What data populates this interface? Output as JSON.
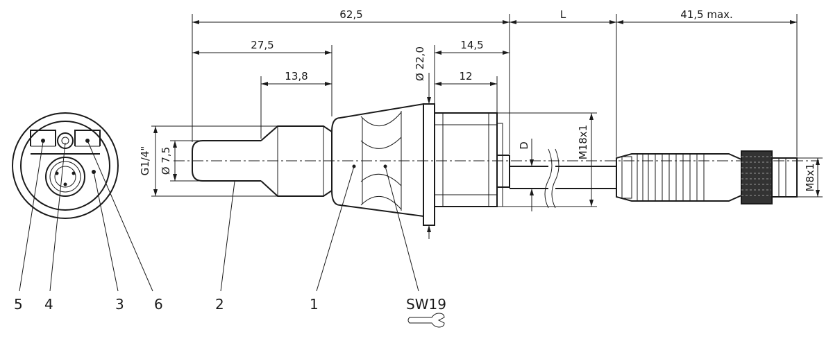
{
  "dimensions": {
    "overall_length": "62,5",
    "cable_length": "L",
    "connector_length": "41,5 max.",
    "probe_section": "27,5",
    "thread_section": "13,8",
    "hex_section": "14,5",
    "nut_section": "12",
    "flange_diameter": "Ø 22,0",
    "probe_diameter": "Ø 7,5",
    "process_thread": "G1/4\"",
    "housing_thread": "M18x1",
    "cable_diameter": "D",
    "connector_thread": "M8x1"
  },
  "callouts": {
    "housing": "1",
    "probe": "2",
    "pin_3": "3",
    "pin_4": "4",
    "pin_5": "5",
    "pin_6": "6",
    "wrench_size": "SW19"
  },
  "icons": {
    "wrench": "wrench-icon"
  }
}
